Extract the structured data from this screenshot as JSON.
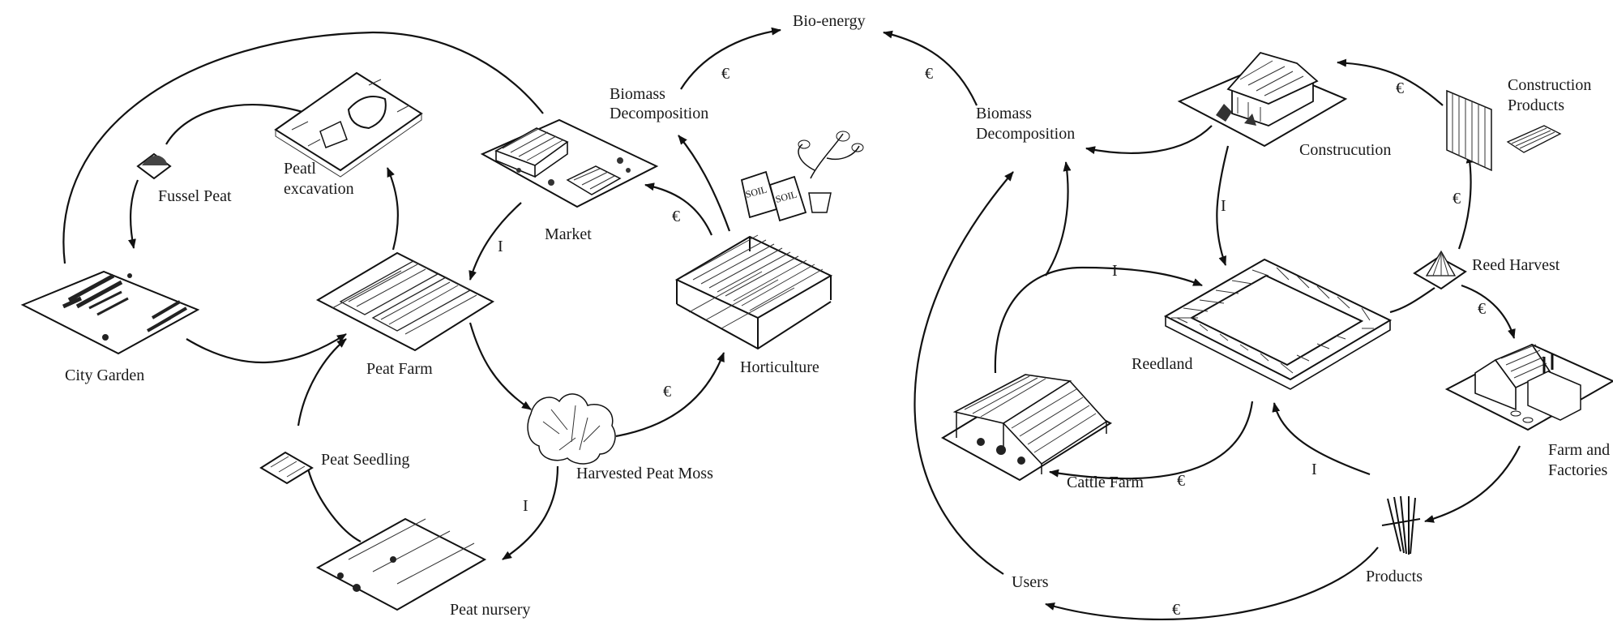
{
  "nodes": {
    "bio_energy": "Bio-energy",
    "biomass_left_1": "Biomass",
    "biomass_left_2": "Decomposition",
    "biomass_right_1": "Biomass",
    "biomass_right_2": "Decomposition",
    "fussel_peat": "Fussel Peat",
    "peat_excavation_1": "Peatl",
    "peat_excavation_2": "excavation",
    "market": "Market",
    "city_garden": "City Garden",
    "peat_farm": "Peat Farm",
    "horticulture": "Horticulture",
    "peat_seedling": "Peat Seedling",
    "harvested_peat_moss": "Harvested Peat Moss",
    "peat_nursery": "Peat nursery",
    "construction": "Construcution",
    "construction_products_1": "Construction",
    "construction_products_2": "Products",
    "reed_harvest": "Reed Harvest",
    "reedland": "Reedland",
    "cattle_farm": "Cattle Farm",
    "farm_factories_1": "Farm and",
    "farm_factories_2": "Factories",
    "products": "Products",
    "users": "Users"
  },
  "flow_labels": {
    "euro": "€",
    "investment": "I"
  },
  "icons": [
    "fussel-peat-mound-icon",
    "excavation-pit-icon",
    "market-building-icon",
    "city-garden-icon",
    "peat-farm-field-icon",
    "horticulture-greenhouse-icon",
    "soil-bags-plant-icon",
    "peat-seedling-tray-icon",
    "peat-moss-plant-icon",
    "peat-nursery-field-icon",
    "construction-house-icon",
    "construction-products-icon",
    "reed-harvest-icon",
    "reedland-enclosure-icon",
    "cattle-farm-barn-icon",
    "farm-factory-icon",
    "reed-bundle-products-icon"
  ],
  "colors": {
    "ink": "#111111",
    "background": "#ffffff"
  }
}
